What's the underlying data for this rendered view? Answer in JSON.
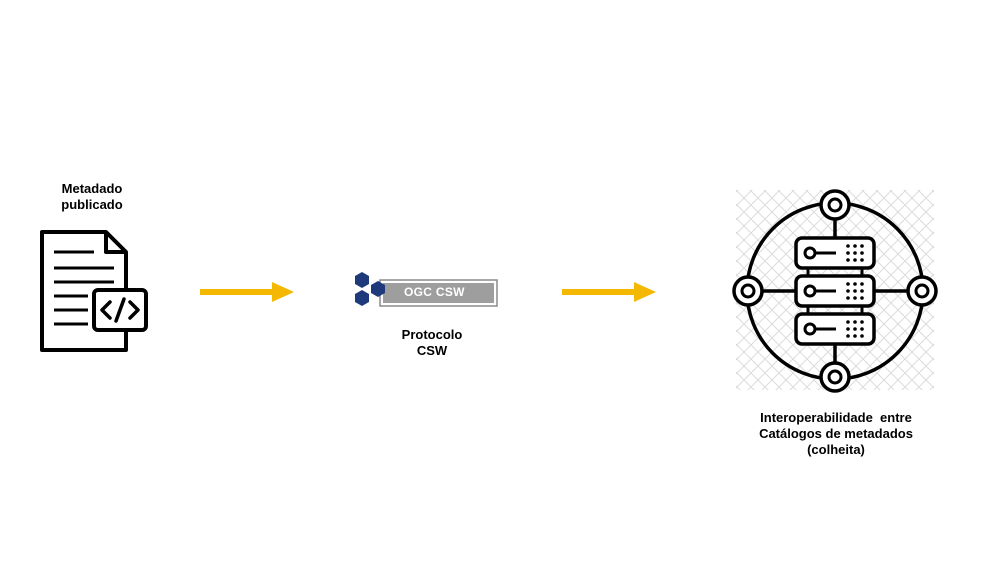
{
  "document_node": {
    "label_line1": "Metadado",
    "label_line2": "publicado",
    "icon": "code-document-icon"
  },
  "csw_node": {
    "badge_text": "OGC CSW",
    "label_line1": "Protocolo",
    "label_line2": "CSW",
    "icon": "hexagon-cluster-icon"
  },
  "catalog_node": {
    "label_line1": "Interoperabilidade  entre",
    "label_line2": "Catálogos de metadados",
    "label_line3": "(colheita)",
    "icon": "server-network-icon"
  },
  "colors": {
    "arrow": "#f5b800",
    "hexagon": "#1f3a7a",
    "badge": "#9e9e9e",
    "pattern": "#dcdcdc"
  }
}
